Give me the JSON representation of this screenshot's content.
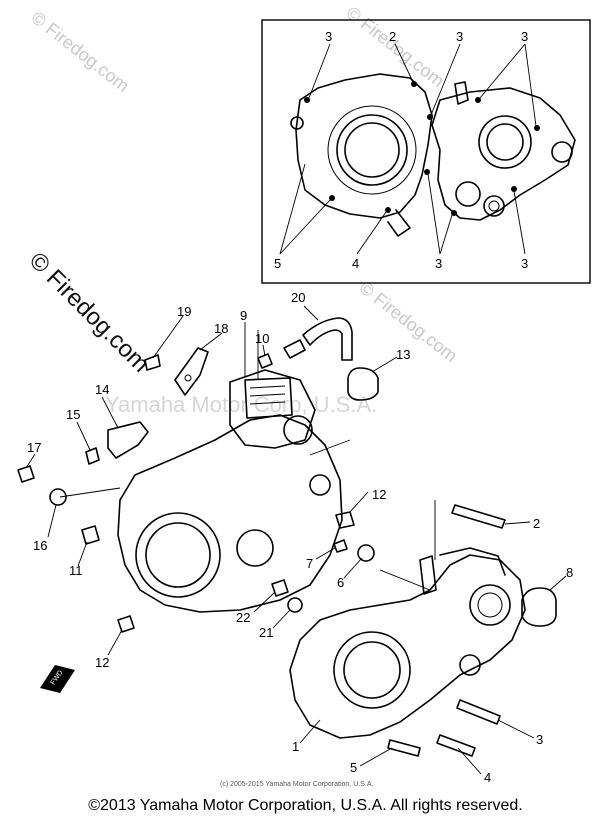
{
  "inset_callouts": {
    "top_left_3": "3",
    "top_2": "2",
    "top_mid_3": "3",
    "top_right_3": "3",
    "bottom_5": "5",
    "bottom_4": "4",
    "bottom_mid_3": "3",
    "bottom_right_3": "3"
  },
  "callouts": {
    "p19": "19",
    "p18": "18",
    "p9": "9",
    "p20": "20",
    "p10": "10",
    "p13": "13",
    "p14": "14",
    "p15": "15",
    "p17": "17",
    "p16": "16",
    "p11": "11",
    "p12a": "12",
    "p12b": "12",
    "p2": "2",
    "p7": "7",
    "p6": "6",
    "p8": "8",
    "p22": "22",
    "p21": "21",
    "p1": "1",
    "p3": "3",
    "p5": "5",
    "p4": "4"
  },
  "fwd_label": "FWD",
  "watermarks": {
    "firedog": "© Firedog.com",
    "yamaha": "Yamaha Motor Corp, U.S.A."
  },
  "small_copyright": "(c) 2005-2015 Yamaha Motor Corporation, U.S.A.",
  "copyright": "©2013 Yamaha Motor Corporation, U.S.A. All rights reserved."
}
